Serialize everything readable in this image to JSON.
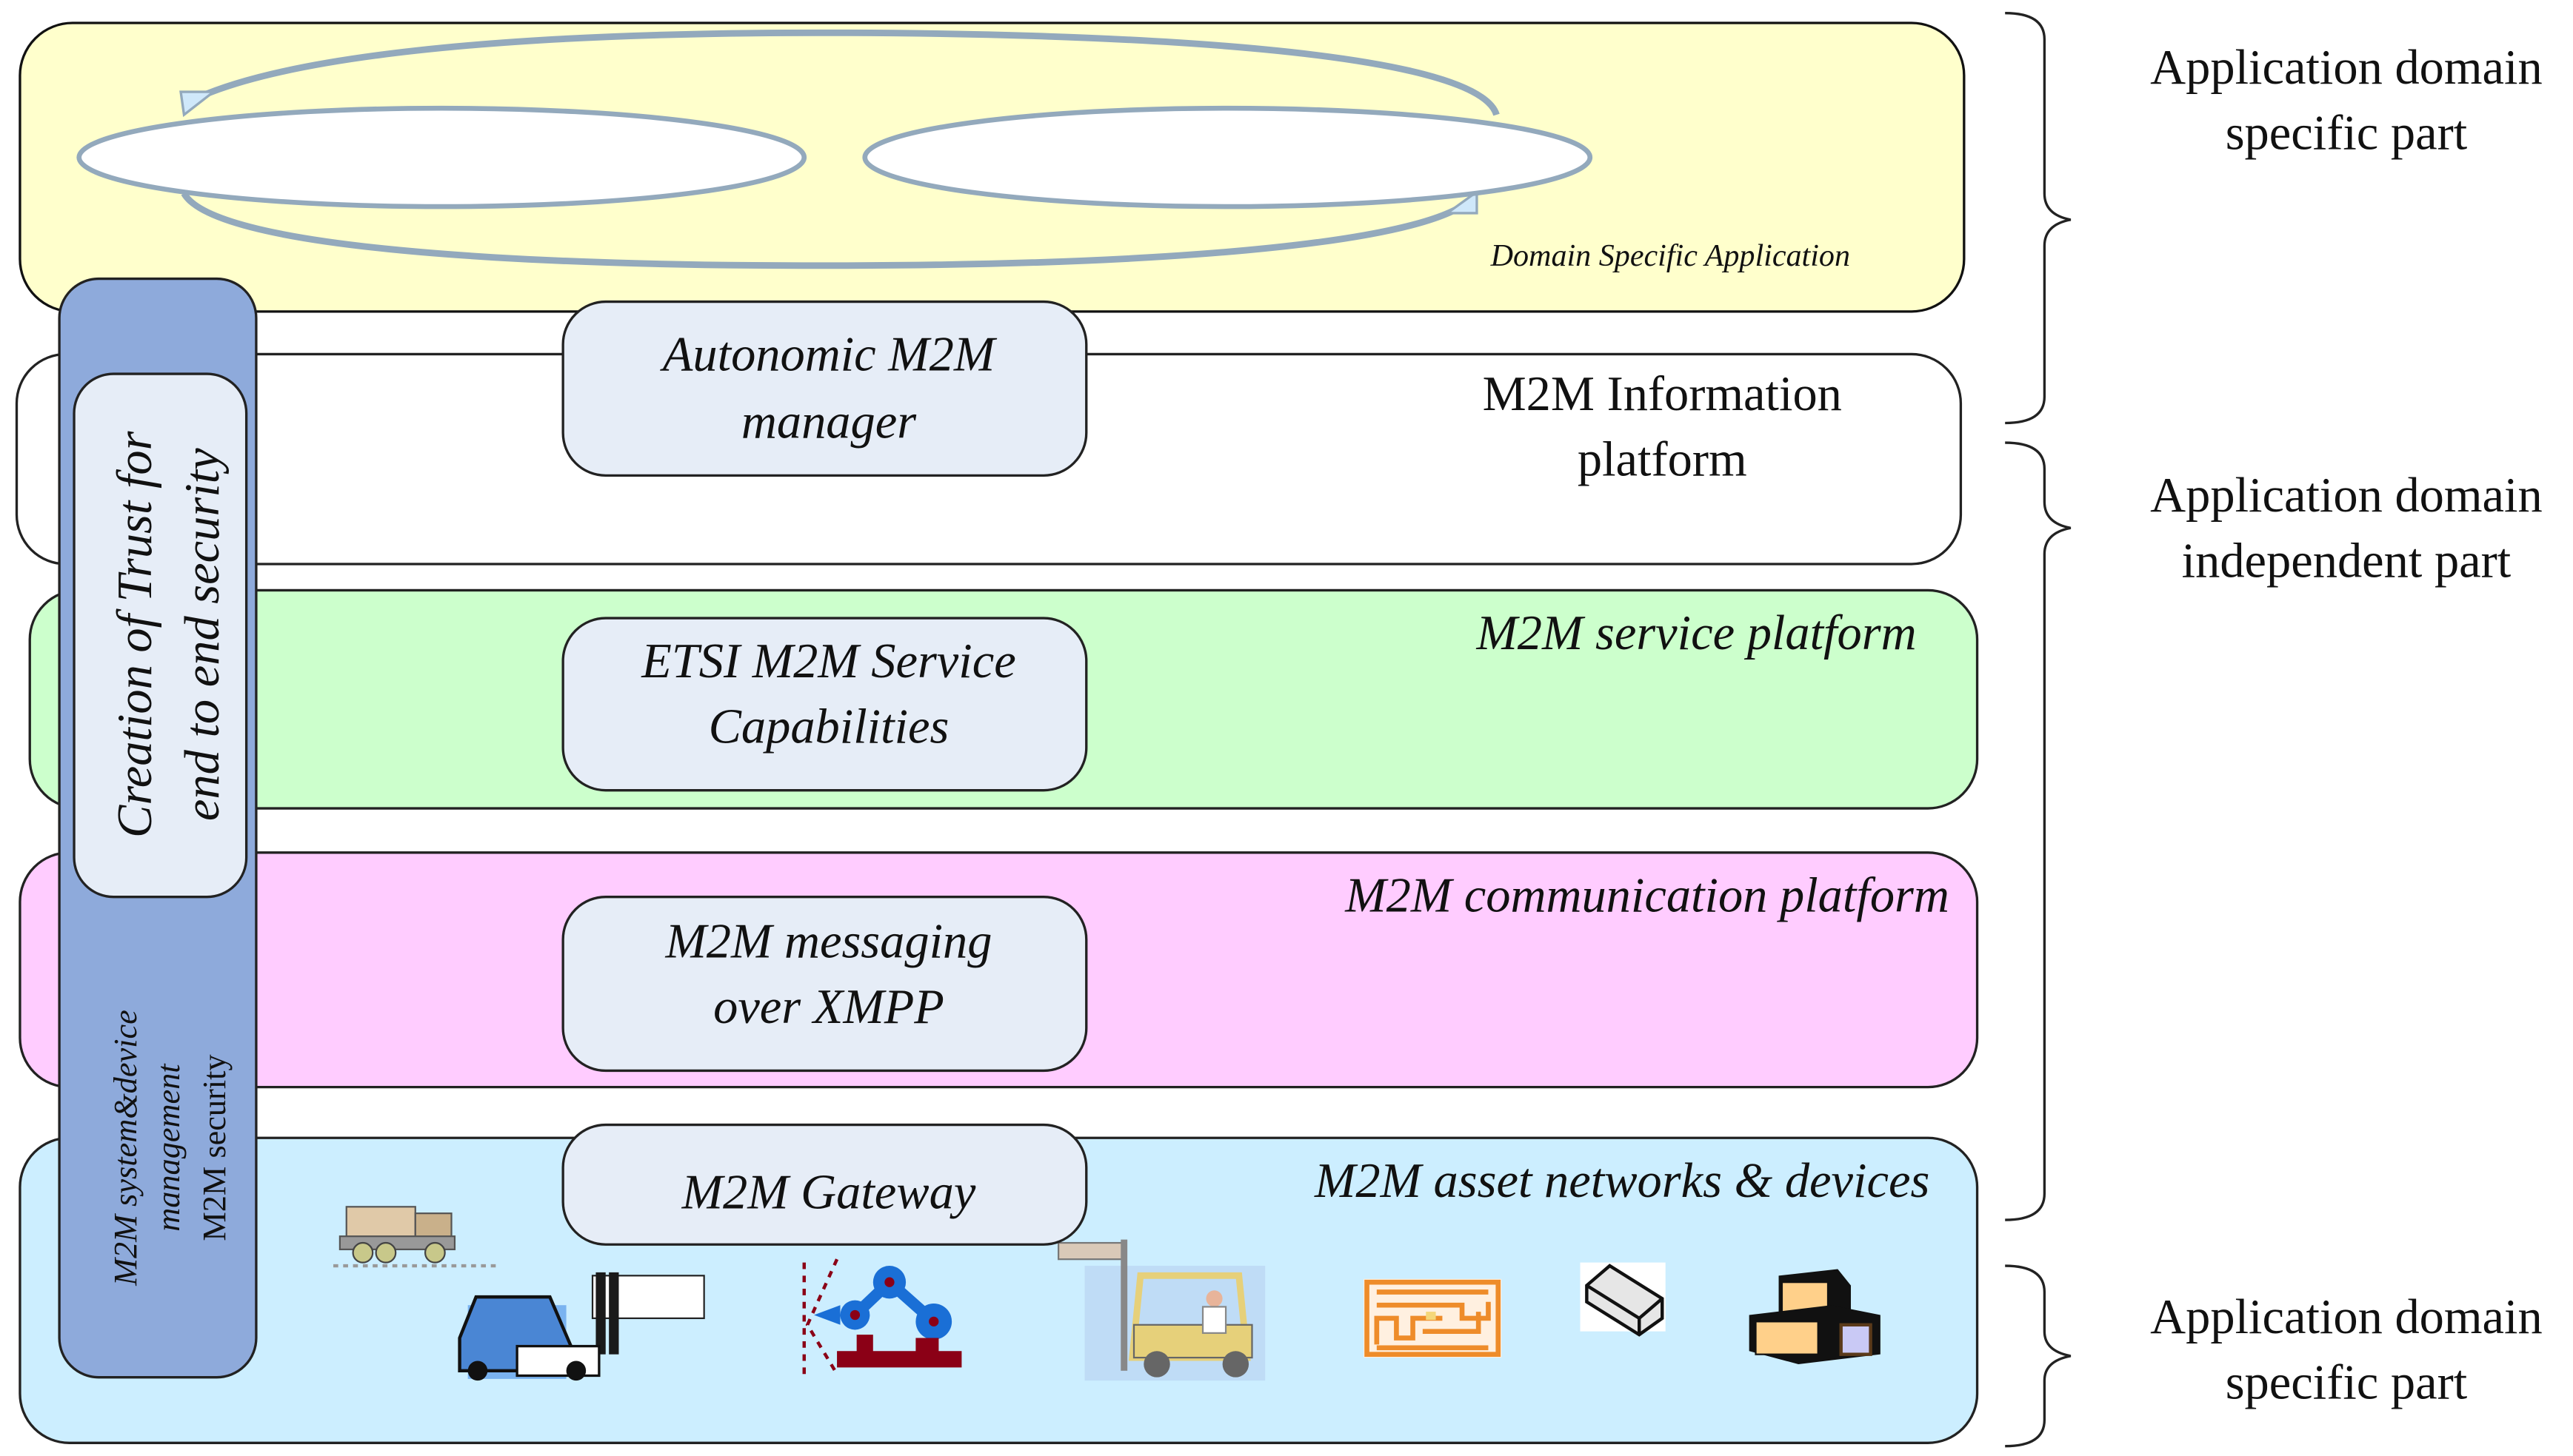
{
  "diagram": {
    "title": "M2M layered architecture",
    "colors": {
      "application_band": "#ffffcc",
      "information_band": "#ffffff",
      "service_band": "#ccffcc",
      "communication_band": "#ffccff",
      "asset_band": "#cceeff",
      "management_bar": "#8eaadb",
      "inner_box": "#e6edf7",
      "ellipse_stroke": "#93a9bc",
      "bracket": "#222222"
    },
    "layers": [
      {
        "id": "application",
        "label": "Domain Specific Application",
        "italic": true
      },
      {
        "id": "information",
        "label_line1": "M2M Information",
        "label_line2": "platform",
        "italic": false
      },
      {
        "id": "service",
        "label": "M2M service platform",
        "italic": true
      },
      {
        "id": "communication",
        "label": "M2M communication platform",
        "italic": true
      },
      {
        "id": "assets",
        "label": "M2M asset networks & devices",
        "italic": true
      }
    ],
    "components": [
      {
        "id": "autonomic-manager",
        "line1": "Autonomic M2M",
        "line2": "manager"
      },
      {
        "id": "etsi-service-capabilities",
        "line1": "ETSI M2M Service",
        "line2": "Capabilities"
      },
      {
        "id": "xmpp-messaging",
        "line1": "M2M messaging",
        "line2": "over XMPP"
      },
      {
        "id": "gateway",
        "line1": "M2M Gateway"
      }
    ],
    "vertical_bar": {
      "trust_line1": "Creation of Trust for",
      "trust_line2": "end to end security",
      "mgmt_line1": "M2M system&device",
      "mgmt_line2": "management",
      "mgmt_line3": "M2M security"
    },
    "brackets": [
      {
        "line1": "Application domain",
        "line2": "specific part"
      },
      {
        "line1": "Application domain",
        "line2": "independent part"
      },
      {
        "line1": "Application domain",
        "line2": "specific part"
      }
    ],
    "devices": [
      {
        "icon": "truck-icon"
      },
      {
        "icon": "forklift-icon"
      },
      {
        "icon": "robot-arm-icon"
      },
      {
        "icon": "forklift-driver-icon"
      },
      {
        "icon": "rfid-tag-icon"
      },
      {
        "icon": "sensor-block-icon"
      },
      {
        "icon": "packages-icon"
      }
    ]
  }
}
